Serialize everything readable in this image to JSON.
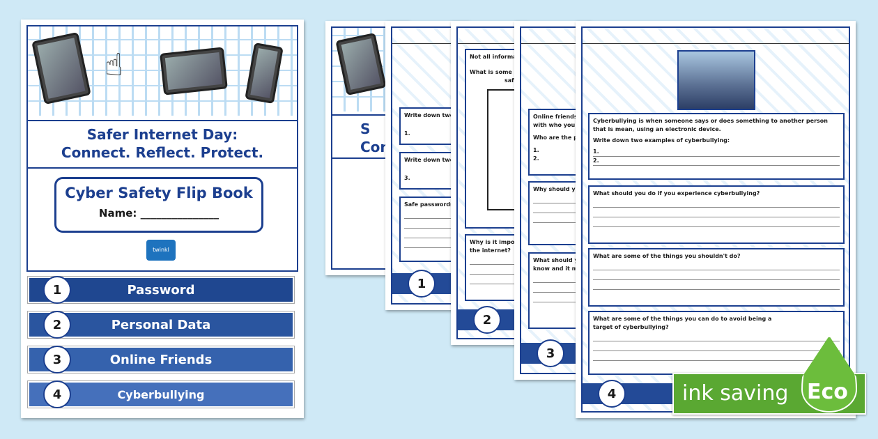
{
  "cover": {
    "title_line1": "Safer Internet Day:",
    "title_line2": "Connect. Reflect. Protect.",
    "book_title": "Cyber Safety Flip Book",
    "name_label": "Name: _______________",
    "logo": "twinkl",
    "tabs": [
      {
        "number": "1",
        "label": "Password",
        "color": "#1f4790"
      },
      {
        "number": "2",
        "label": "Personal Data",
        "color": "#2a559f"
      },
      {
        "number": "3",
        "label": "Online Friends",
        "color": "#3562ad"
      },
      {
        "number": "4",
        "label": "Cyberbullying",
        "color": "#4570bb"
      }
    ]
  },
  "page1": {
    "number": "1",
    "q1": "Write down two",
    "q1_item": "1.",
    "q2": "Write down two",
    "q2_item": "3.",
    "q3": "Safe passwords"
  },
  "page2": {
    "number": "2",
    "intro": "Not all informa",
    "q1": "What is some p",
    "q1b": "safe",
    "q2": "Why is it impor the internet?"
  },
  "page3": {
    "number": "3",
    "intro": "Online friends with who you",
    "q1": "Who are the p",
    "items": [
      "1.",
      "2."
    ],
    "q2": "Why should y",
    "q3": "What should y know and it m"
  },
  "page4": {
    "number": "4",
    "definition": "Cyberbullying is when someone says or does something to another person that is mean, using an electronic device.",
    "q1": "Write down two examples of cyberbullying:",
    "items": [
      "1.",
      "2."
    ],
    "q2": "What should you do if you experience cyberbullying?",
    "q3": "What are some of the things you shouldn't do?",
    "q4": "What are some of the things you can do to avoid being a target of cyberbullying?"
  },
  "badge": {
    "text": "ink saving",
    "eco": "Eco",
    "color": "#5aa832"
  }
}
